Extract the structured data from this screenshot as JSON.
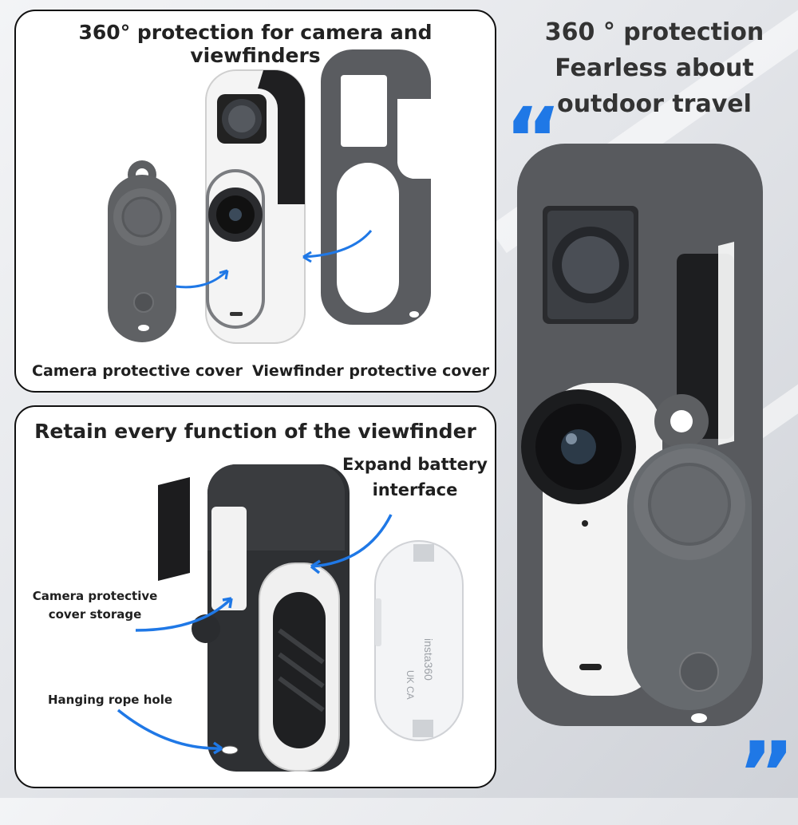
{
  "top_panel": {
    "title": "360° protection for camera and viewfinders",
    "camera_cover_label": "Camera protective cover",
    "viewfinder_cover_label": "Viewfinder protective cover"
  },
  "bottom_panel": {
    "title": "Retain every function of the viewfinder",
    "battery_label_line1": "Expand battery",
    "battery_label_line2": "interface",
    "storage_label_line1": "Camera protective",
    "storage_label_line2": "cover storage",
    "rope_hole_label": "Hanging rope hole",
    "battery_brand_text": "insta360",
    "battery_mark_text": "UK CA"
  },
  "headline": {
    "line1": "360 ° protection",
    "line2": "Fearless about",
    "line3": "outdoor travel"
  },
  "quotes": {
    "open": "“",
    "close": "”"
  },
  "colors": {
    "accent_blue": "#1f78e6",
    "case_gray": "#595b5e",
    "case_dark": "#3c3e41",
    "camera_white": "#f4f4f4"
  },
  "icons": [
    "arrow-icon",
    "lens-icon",
    "quote-icon"
  ]
}
